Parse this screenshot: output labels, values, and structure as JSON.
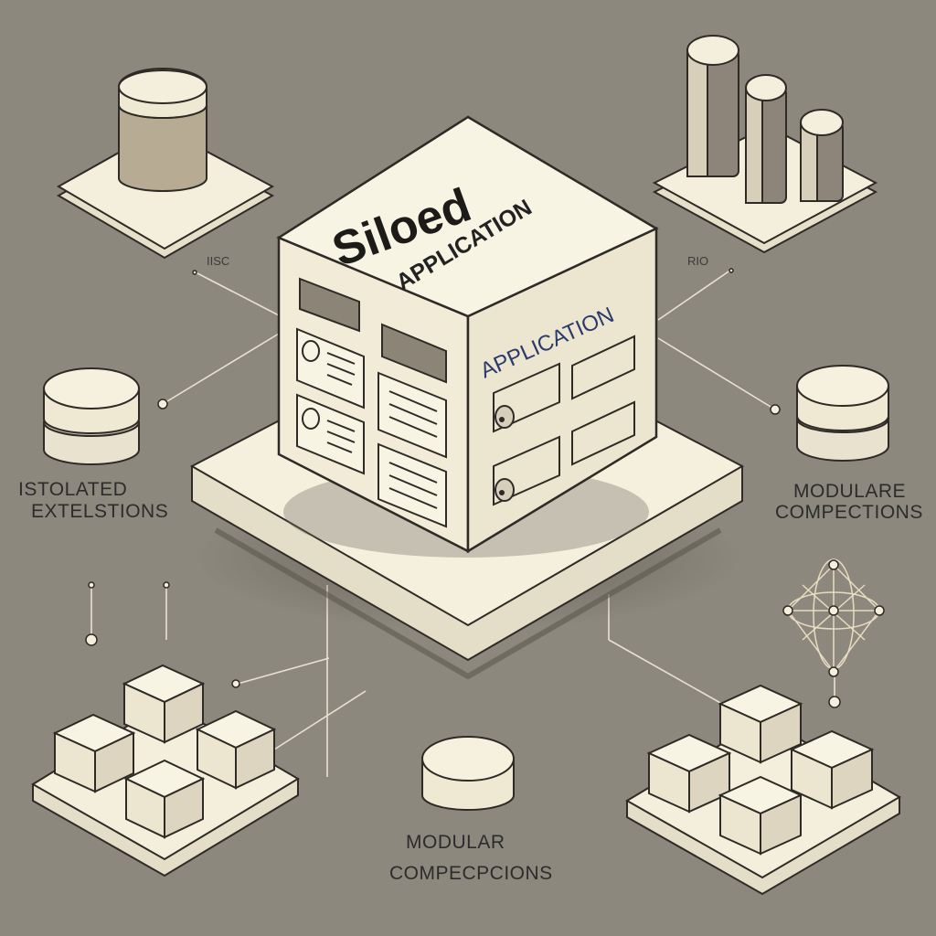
{
  "cube": {
    "title": "Siloed",
    "subtitle_top": "APPLICATION",
    "subtitle_side": "APPLICATION"
  },
  "labels": {
    "left": [
      "ISTOLATED",
      "EXTELSTIONS"
    ],
    "right": [
      "MODULARE",
      "COMPECTIONS"
    ],
    "bottom": [
      "MODULAR",
      "COMPECPCIONS"
    ],
    "small_left": "IISC",
    "small_right": "RIO"
  },
  "colors": {
    "background": "#8c887d",
    "cream": "#f4efdd",
    "cream_dark": "#e3dcc6",
    "outline": "#2e2b26",
    "pillar_dark": "#8e857a",
    "widget_dark": "#8c8476"
  }
}
